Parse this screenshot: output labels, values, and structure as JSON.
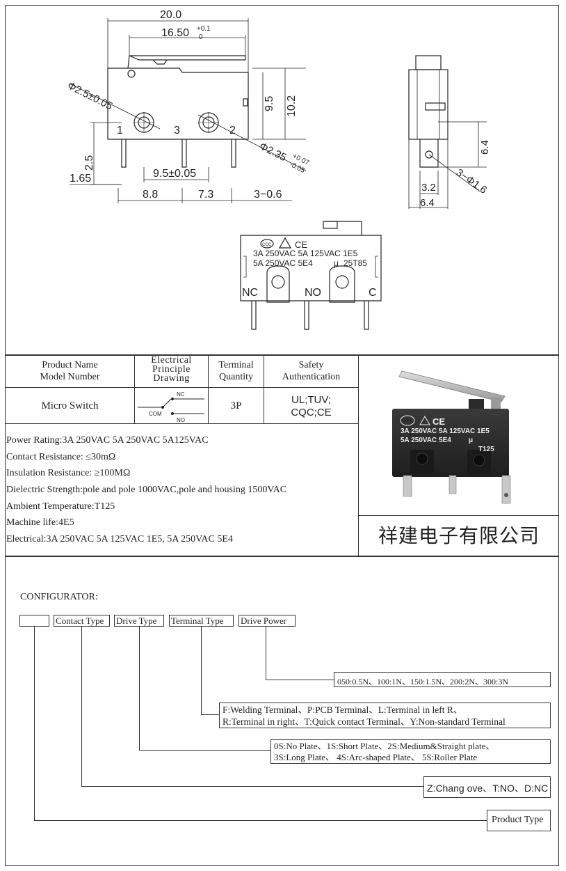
{
  "drawing": {
    "dims": {
      "width_total": "20.0",
      "width_inner": "16.50",
      "width_inner_tol_top": "+0.1",
      "width_inner_tol_bot": "0",
      "hole_dia": "Φ2.5±0.05",
      "height_1": "9.5",
      "height_2": "10.2",
      "hole_dia_2": "Φ2.35",
      "hole_dia_2_tol_top": "+0.07",
      "hole_dia_2_tol_bot": "-0.05",
      "pin_height": "2.5",
      "offset": "1.65",
      "pitch": "9.5±0.05",
      "pos_1": "8.8",
      "pos_2": "7.3",
      "pin_width": "3−0.6",
      "side_h": "6.4",
      "side_w1": "3.2",
      "side_w2": "6.4",
      "side_hole": "3−Φ1.6"
    },
    "pin_labels": [
      "1",
      "3",
      "2"
    ],
    "front": {
      "line1": "3A 250VAC 5A 125VAC 1E5",
      "line2": "5A 250VAC 5E4",
      "mu": "μ",
      "temp": "25T85",
      "nc": "NC",
      "no": "NO",
      "c": "C",
      "cqc": "CQC",
      "ce": "CE"
    }
  },
  "table": {
    "col1_head_1": "Product Name",
    "col1_head_2": "Model Number",
    "col2_head_1": "Electrical",
    "col2_head_2": "Principle",
    "col2_head_3": "Drawing",
    "col3_head_1": "Terminal",
    "col3_head_2": "Quantity",
    "col4_head_1": "Safety",
    "col4_head_2": "Authentication",
    "product": "Micro Switch",
    "diagram_nc": "NC",
    "diagram_com": "COM",
    "diagram_no": "NO",
    "quantity": "3P",
    "auth_1": "UL;TUV;",
    "auth_2": "CQC;CE"
  },
  "photo": {
    "line1": "3A 250VAC  5A 125VAC 1E5",
    "line2": "5A 250VAC 5E4",
    "mu": "μ",
    "temp": "T125",
    "cqc": "CQC",
    "ce": "CE"
  },
  "specs": [
    "Power Rating:3A 250VAC 5A 250VAC 5A125VAC",
    "Contact Resistance: ≤30mΩ",
    "Insulation Resistance: ≥100MΩ",
    "Dielectric Strength:pole and pole 1000VAC,pole and housing 1500VAC",
    "Ambient Temperature:T125",
    "Machine life:4E5",
    "Electrical:3A 250VAC 5A 125VAC 1E5, 5A 250VAC 5E4"
  ],
  "company": "祥建电子有限公司",
  "configurator": {
    "title": "CONFIGURATOR:",
    "fields": [
      "",
      "Contact Type",
      "Drive Type",
      "Terminal Type",
      "Drive Power"
    ],
    "drive_power": "050:0.5N、100:1N、150:1.5N、200:2N、300:3N",
    "terminal_1": "F:Welding Terminal、P:PCB Terminal、L:Terminal in left R、",
    "terminal_2": "R:Terminal in right、T:Quick contact Terminal、Y:Non-standard Terminal",
    "drive_1": "0S:No Plate、1S:Short Plate、2S:Medium&Straight plate、",
    "drive_2": "3S:Long Plate、 4S:Arc-shaped Plate、 5S:Roller Plate",
    "contact": "Z:Chang ove、T:NO、D:NC",
    "product": "Product Type"
  }
}
